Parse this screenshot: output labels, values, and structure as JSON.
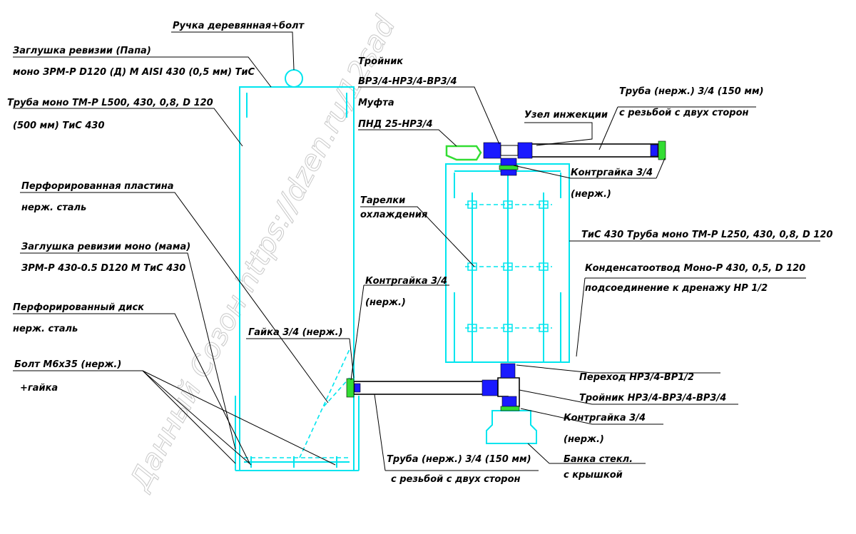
{
  "watermark": "Данный Созон https://dzen.ru/12sad",
  "labels": {
    "handle": "Ручка деревянная+болт",
    "cap_papa_1": "Заглушка ревизии (Папа)",
    "cap_papa_2": "моно ЗРМ-Р D120 (Д) М AISI 430 (0,5 мм) ТиС",
    "pipe500_1": "Труба моно ТМ-Р L500, 430, 0,8, D 120",
    "pipe500_2": "(500 мм)    ТиС 430",
    "perf_plate_1": "Перфорированная пластина",
    "perf_plate_2": "нерж. сталь",
    "cap_mama_1": "Заглушка ревизии моно (мама)",
    "cap_mama_2": "ЗРМ-Р 430-0.5 D120 М  ТиС 430",
    "perf_disk_1": "Перфорированный диск",
    "perf_disk_2": "нерж. сталь",
    "bolt_1": "Болт    М6х35 (нерж.)",
    "bolt_2": "+гайка",
    "tee_top_1": "Тройник",
    "tee_top_2": "ВР3/4-НР3/4-ВР3/4",
    "coupling_1": "Муфта",
    "coupling_2": "ПНД 25-НР3/4",
    "injection": "Узел инжекции",
    "pipe150_top_1": "Труба (нерж.) 3/4 (150 мм)",
    "pipe150_top_2": "с резьбой с двух сторон",
    "locknut_top_1": "Контргайка 3/4",
    "locknut_top_2": "(нерж.)",
    "plates_1": "Тарелки",
    "plates_2": "охлаждения",
    "pipe250": "ТиС 430 Труба моно ТМ-Р L250, 430, 0,8, D 120",
    "condensate_1": "Конденсатоотвод Моно-Р 430, 0,5, D 120",
    "condensate_2": "подсоединение к дренажу НР 1/2",
    "locknut_mid_1": "Контргайка 3/4",
    "locknut_mid_2": "(нерж.)",
    "nut": "Гайка 3/4 (нерж.)",
    "adapter": "Переход НР3/4-ВР1/2",
    "tee_bottom": "Тройник НР3/4-ВР3/4-ВР3/4",
    "locknut_bot_1": "Контргайка 3/4",
    "locknut_bot_2": "(нерж.)",
    "pipe150_bot_1": "Труба (нерж.) 3/4 (150 мм)",
    "pipe150_bot_2": "с резьбой с двух сторон",
    "jar_1": "Банка стекл.",
    "jar_2": "с крышкой"
  },
  "colors": {
    "structure": "#00e5ee",
    "fitting_blue": "#1a1aff",
    "fitting_green": "#33dd33",
    "leader": "#000000"
  }
}
